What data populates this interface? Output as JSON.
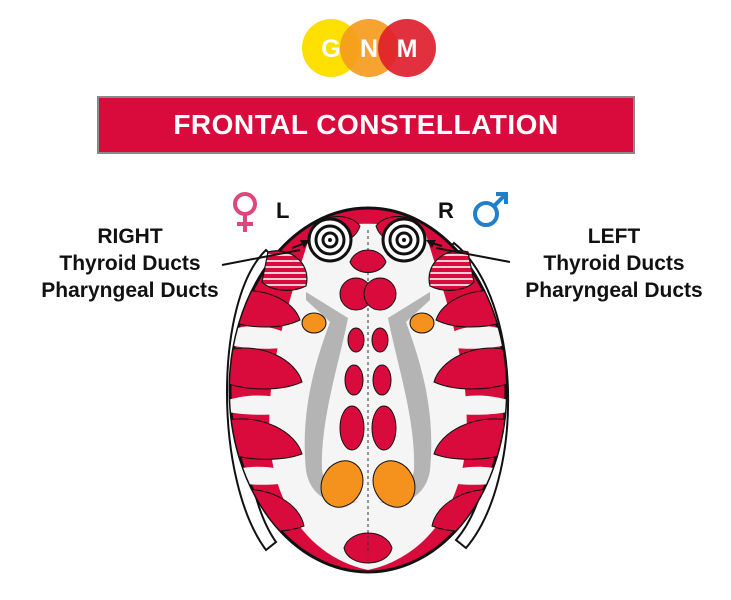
{
  "logo": {
    "letters": [
      "G",
      "N",
      "M"
    ],
    "colors": [
      "#ffd700",
      "#f59b1e",
      "#e0202e"
    ]
  },
  "banner": {
    "title": "FRONTAL CONSTELLATION",
    "color": "#d90b3c"
  },
  "labels": {
    "right_side": [
      "RIGHT",
      "Thyroid Ducts",
      "Pharyngeal Ducts"
    ],
    "left_side": [
      "LEFT",
      "Thyroid Ducts",
      "Pharyngeal Ducts"
    ],
    "hemisphere_left_marker": "L",
    "hemisphere_right_marker": "R"
  },
  "icons": {
    "female": "female-symbol-icon",
    "male": "male-symbol-icon"
  },
  "colors": {
    "brain": "#d90b3c",
    "inner": "#f3f3f3",
    "gray": "#b4b4b4",
    "orange": "#f5921e",
    "female": "#e0457b",
    "male": "#1f7fc8"
  }
}
